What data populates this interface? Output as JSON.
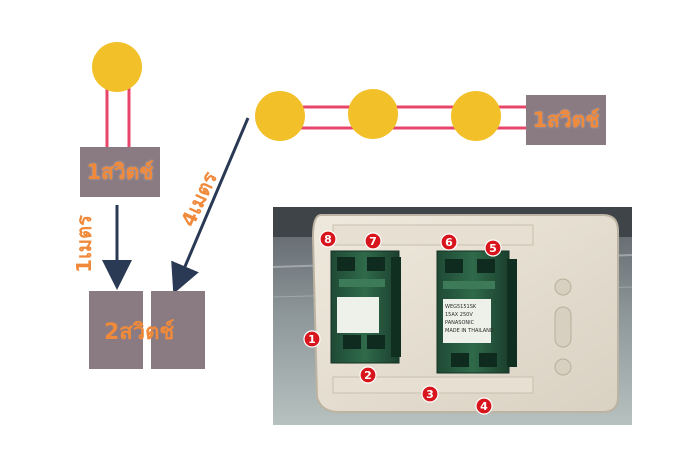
{
  "labels": {
    "switch_1_left": "1สวิตช์",
    "switch_1_right": "1สวิตช์",
    "switch_2": "2สวิตช์",
    "distance_1m": "1เมตร",
    "distance_4m": "4เมตร"
  },
  "photo": {
    "markers": [
      "1",
      "2",
      "3",
      "4",
      "5",
      "6",
      "7",
      "8"
    ],
    "module_text": "WEG5151SK\n15AX 250V\nPANASONIC\nMADE IN THAILAND"
  },
  "colors": {
    "lamp": "#f2c029",
    "wire": "#e8456b",
    "box": "#8a7b83",
    "label": "#f08a3a",
    "arrow": "#2a3a55",
    "marker": "#d8141c"
  }
}
